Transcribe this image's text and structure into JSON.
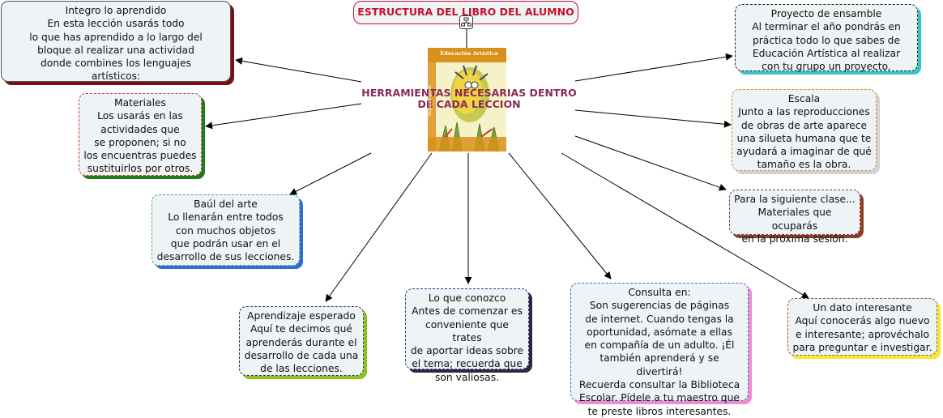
{
  "title": "ESTRUCTURA DEL LIBRO DEL ALUMNO",
  "center": {
    "label": "HERRAMIENTAS NECESARIAS DENTRO\nDE CADA LECCION",
    "book_title": "Educación Artística",
    "book_side": "Segundo grado"
  },
  "icons": {
    "concept-map": "hierarchy-icon"
  },
  "colors": {
    "title": "#c3132c",
    "center_label": "#8a2b57",
    "node_bg": "#eef3f5",
    "shadow_integro": "#7a0d16",
    "shadow_materiales": "#1f7a1c",
    "shadow_baul": "#2f6ed8",
    "shadow_aprendizaje": "#8cc21b",
    "shadow_conozco": "#2a2a3f",
    "shadow_consulta": "#f08ccc",
    "shadow_dato": "#f2ea2d",
    "shadow_siguiente": "#8c3f1c",
    "shadow_escala": "#cfd2d6",
    "shadow_proyecto": "#36c3c6"
  },
  "nodes": {
    "integro": "Integro lo aprendido\nEn esta lección usarás todo\nlo que has aprendido a lo largo del\nbloque al realizar una actividad\ndonde combines los lenguajes\nartísticos:",
    "materiales": "Materiales\nLos usarás en las\nactividades que\nse proponen; si no\nlos encuentras puedes\nsustituirlos por otros.",
    "baul": "Baúl del arte\nLo llenarán entre todos\ncon muchos objetos\nque podrán usar en el\ndesarrollo de sus lecciones.",
    "aprendizaje": "Aprendizaje esperado\nAquí te decimos qué\naprenderás durante el\ndesarrollo de cada una\nde las lecciones.",
    "conozco": "Lo que conozco\nAntes de comenzar es\nconveniente que trates\nde aportar ideas sobre\nel tema; recuerda que\nson valiosas.",
    "consulta": "Consulta en:\nSon sugerencias de páginas\nde internet. Cuando tengas la\noportunidad, asómate a ellas\nen compañía de un adulto. ¡Él\ntambién aprenderá y se divertirá!\nRecuerda consultar la Biblioteca\nEscolar. Pídele a tu maestro que\nte preste libros interesantes.",
    "dato": "Un dato interesante\nAquí conocerás algo nuevo\ne interesante; aprovéchalo\npara preguntar e investigar.",
    "siguiente": "Para la siguiente clase...\nMateriales que ocuparás\nen la próxima sesión.",
    "escala": "Escala\nJunto a las reproducciones\nde obras de arte aparece\nuna silueta humana que te\nayudará a imaginar de qué\ntamaño es la obra.",
    "proyecto": "Proyecto de ensamble\nAl terminar el año pondrás en\npráctica todo lo que sabes de\nEducación Artística al realizar\ncon tu grupo un proyecto."
  }
}
